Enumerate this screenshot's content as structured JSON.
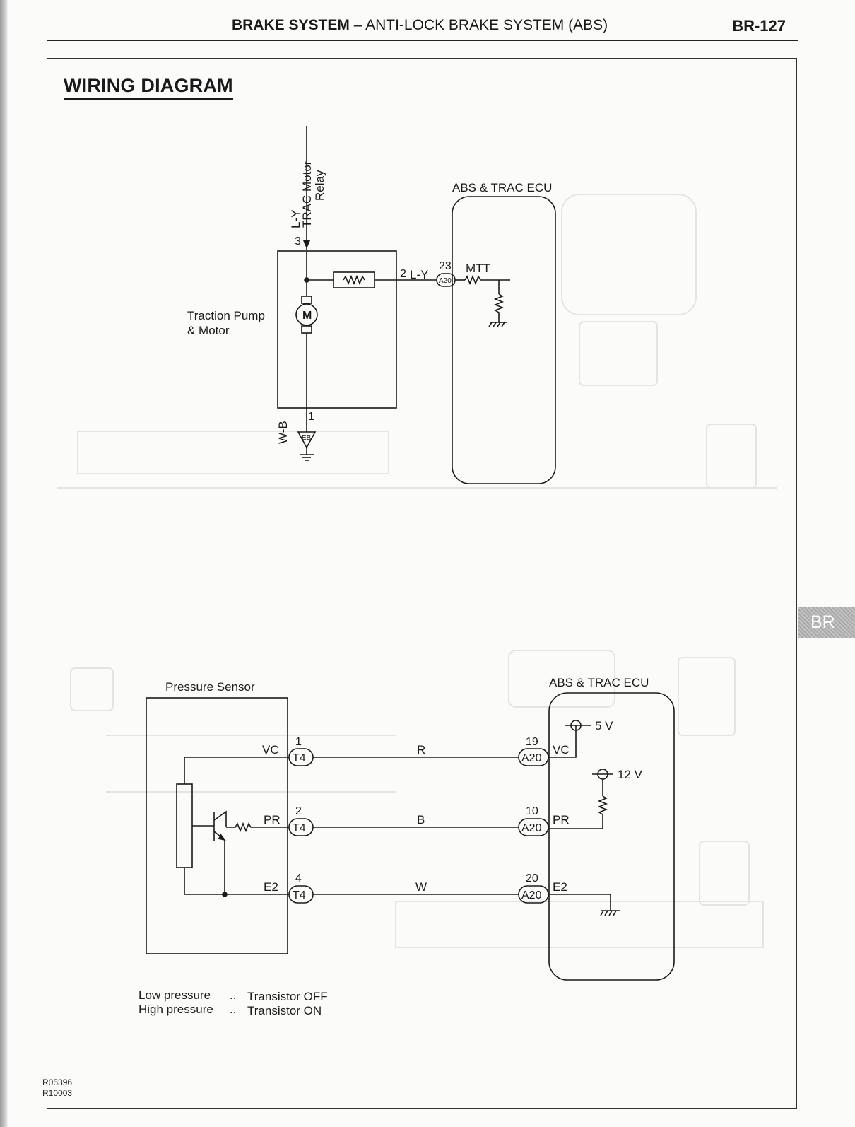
{
  "header": {
    "system": "BRAKE SYSTEM",
    "dash": " – ",
    "subsystem": "ANTI-LOCK BRAKE SYSTEM (ABS)",
    "page": "BR-127"
  },
  "section_title": "WIRING DIAGRAM",
  "side_tab": "BR",
  "diagram1": {
    "ecu_label": "ABS & TRAC ECU",
    "relay_label_line1": "TRAC Motor",
    "relay_label_line2": "Relay",
    "wire_in": "L-Y",
    "pin_in": "3",
    "pin_out": "2",
    "wire_out": "L-Y",
    "ecu_pin": "23",
    "ecu_connector": "A20",
    "signal": "MTT",
    "motor_symbol": "M",
    "component_line1": "Traction Pump",
    "component_line2": "& Motor",
    "ground_pin": "1",
    "ground_wire": "W-B",
    "ground_point": "EB"
  },
  "diagram2": {
    "sensor_label": "Pressure Sensor",
    "ecu_label": "ABS & TRAC ECU",
    "rows": [
      {
        "sensor_terminal": "VC",
        "sensor_pin": "1",
        "sensor_connector": "T4",
        "wire": "R",
        "ecu_pin": "19",
        "ecu_connector": "A20",
        "ecu_terminal": "VC"
      },
      {
        "sensor_terminal": "PR",
        "sensor_pin": "2",
        "sensor_connector": "T4",
        "wire": "B",
        "ecu_pin": "10",
        "ecu_connector": "A20",
        "ecu_terminal": "PR"
      },
      {
        "sensor_terminal": "E2",
        "sensor_pin": "4",
        "sensor_connector": "T4",
        "wire": "W",
        "ecu_pin": "20",
        "ecu_connector": "A20",
        "ecu_terminal": "E2"
      }
    ],
    "supply_5v": "5 V",
    "supply_12v": "12 V"
  },
  "legend": [
    {
      "condition": "Low pressure",
      "separator": "..",
      "state": "Transistor OFF"
    },
    {
      "condition": "High pressure",
      "separator": "..",
      "state": "Transistor ON"
    }
  ],
  "ref_codes": [
    "R05396",
    "R10003"
  ]
}
